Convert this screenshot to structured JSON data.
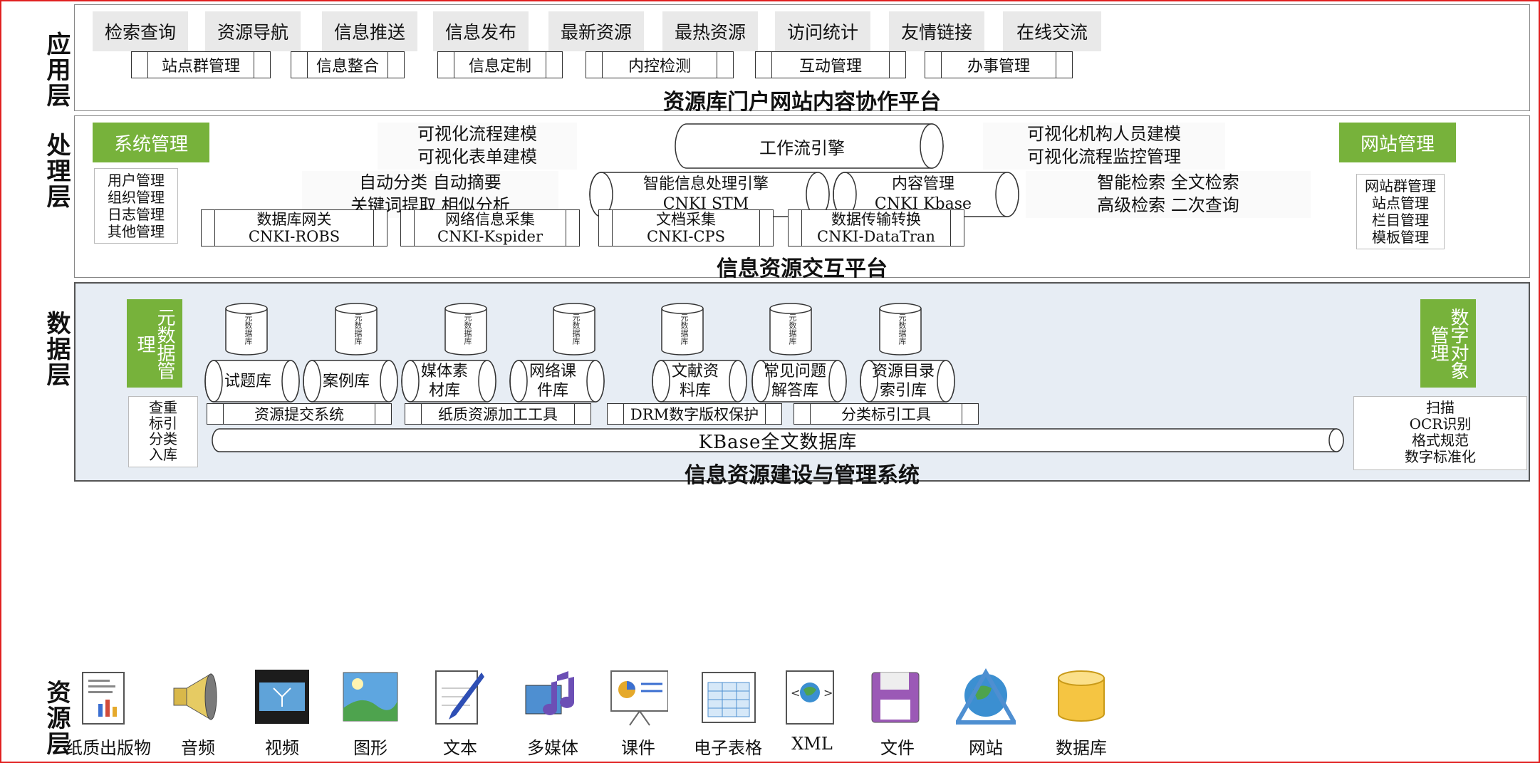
{
  "layers": {
    "application": "应用层",
    "processing": "处理层",
    "data": "数据层",
    "resource": "资源层"
  },
  "app_layer": {
    "top_items": [
      "检索查询",
      "资源导航",
      "信息推送",
      "信息发布",
      "最新资源",
      "最热资源",
      "访问统计",
      "友情链接",
      "在线交流"
    ],
    "mid_items": [
      "站点群管理",
      "信息整合",
      "信息定制",
      "内控检测",
      "互动管理",
      "办事管理"
    ],
    "title": "资源库门户网站内容协作平台"
  },
  "proc_layer": {
    "sys_mgmt": "系统管理",
    "site_mgmt": "网站管理",
    "sys_list": [
      "用户管理",
      "组织管理",
      "日志管理",
      "其他管理"
    ],
    "site_list": [
      "网站群管理",
      "站点管理",
      "栏目管理",
      "模板管理"
    ],
    "visual_left": [
      "可视化流程建模",
      "可视化表单建模"
    ],
    "workflow": "工作流引擎",
    "visual_right": [
      "可视化机构人员建模",
      "可视化流程监控管理"
    ],
    "auto_text": [
      "自动分类 自动摘要",
      "关键词提取 相似分析"
    ],
    "engine_cnki": [
      "智能信息处理引擎",
      "CNKI STM"
    ],
    "content_mgmt": [
      "内容管理",
      "CNKI Kbase"
    ],
    "search_text": [
      "智能检索 全文检索",
      "高级检索 二次查询"
    ],
    "tools": [
      [
        "数据库网关",
        "CNKI-ROBS"
      ],
      [
        "网络信息采集",
        "CNKI-Kspider"
      ],
      [
        "文档采集",
        "CNKI-CPS"
      ],
      [
        "数据传输转换",
        "CNKI-DataTran"
      ]
    ],
    "title": "信息资源交互平台"
  },
  "data_layer": {
    "meta_mgmt": "元数据管理",
    "digital_mgmt": "数字对象管理",
    "left_list": [
      "查重",
      "标引",
      "分类",
      "入库"
    ],
    "right_list": [
      "扫描",
      "OCR识别",
      "格式规范",
      "数字标准化"
    ],
    "meta_db_label": "元数据库",
    "libraries": [
      [
        "试题库"
      ],
      [
        "案例库"
      ],
      [
        "媒体素",
        "材库"
      ],
      [
        "网络课",
        "件库"
      ],
      [
        "文献资",
        "料库"
      ],
      [
        "常见问题",
        "解答库"
      ],
      [
        "资源目录",
        "索引库"
      ]
    ],
    "systems": [
      "资源提交系统",
      "纸质资源加工工具",
      "DRM数字版权保护",
      "分类标引工具"
    ],
    "kbase": "KBase全文数据库",
    "title": "信息资源建设与管理系统"
  },
  "resource_layer": {
    "items": [
      {
        "label": "纸质出版物",
        "icon": "paper-publication-icon"
      },
      {
        "label": "音频",
        "icon": "speaker-icon"
      },
      {
        "label": "视频",
        "icon": "film-icon"
      },
      {
        "label": "图形",
        "icon": "image-icon"
      },
      {
        "label": "文本",
        "icon": "document-pen-icon"
      },
      {
        "label": "多媒体",
        "icon": "multimedia-icon"
      },
      {
        "label": "课件",
        "icon": "presentation-icon"
      },
      {
        "label": "电子表格",
        "icon": "spreadsheet-icon"
      },
      {
        "label": "XML",
        "icon": "xml-icon"
      },
      {
        "label": "文件",
        "icon": "floppy-icon"
      },
      {
        "label": "网站",
        "icon": "globe-icon"
      },
      {
        "label": "数据库",
        "icon": "database-icon"
      }
    ]
  },
  "colors": {
    "frame": "#e02020",
    "green": "#77b23b",
    "shaded_panel": "#e7edf4",
    "button_gray": "#e9e9e9"
  }
}
